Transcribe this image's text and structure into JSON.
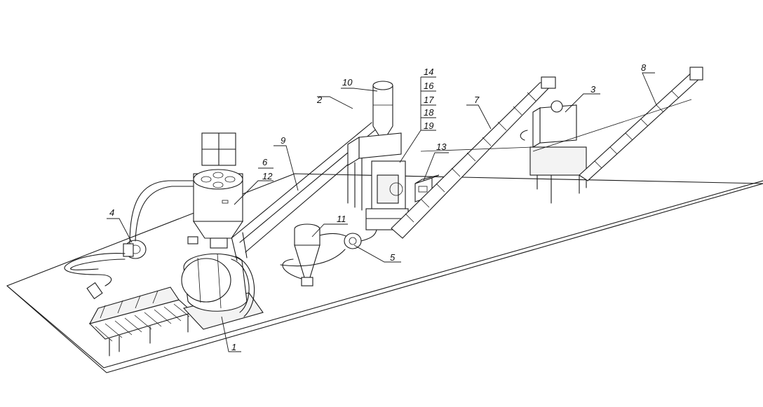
{
  "callouts": {
    "c1": "1",
    "c2": "2",
    "c3": "3",
    "c4": "4",
    "c5": "5",
    "c6": "6",
    "c7": "7",
    "c8": "8",
    "c9": "9",
    "c10": "10",
    "c11": "11",
    "c12": "12",
    "c13": "13",
    "c14": "14",
    "c16": "16",
    "c17": "17",
    "c18": "18",
    "c19": "19"
  }
}
